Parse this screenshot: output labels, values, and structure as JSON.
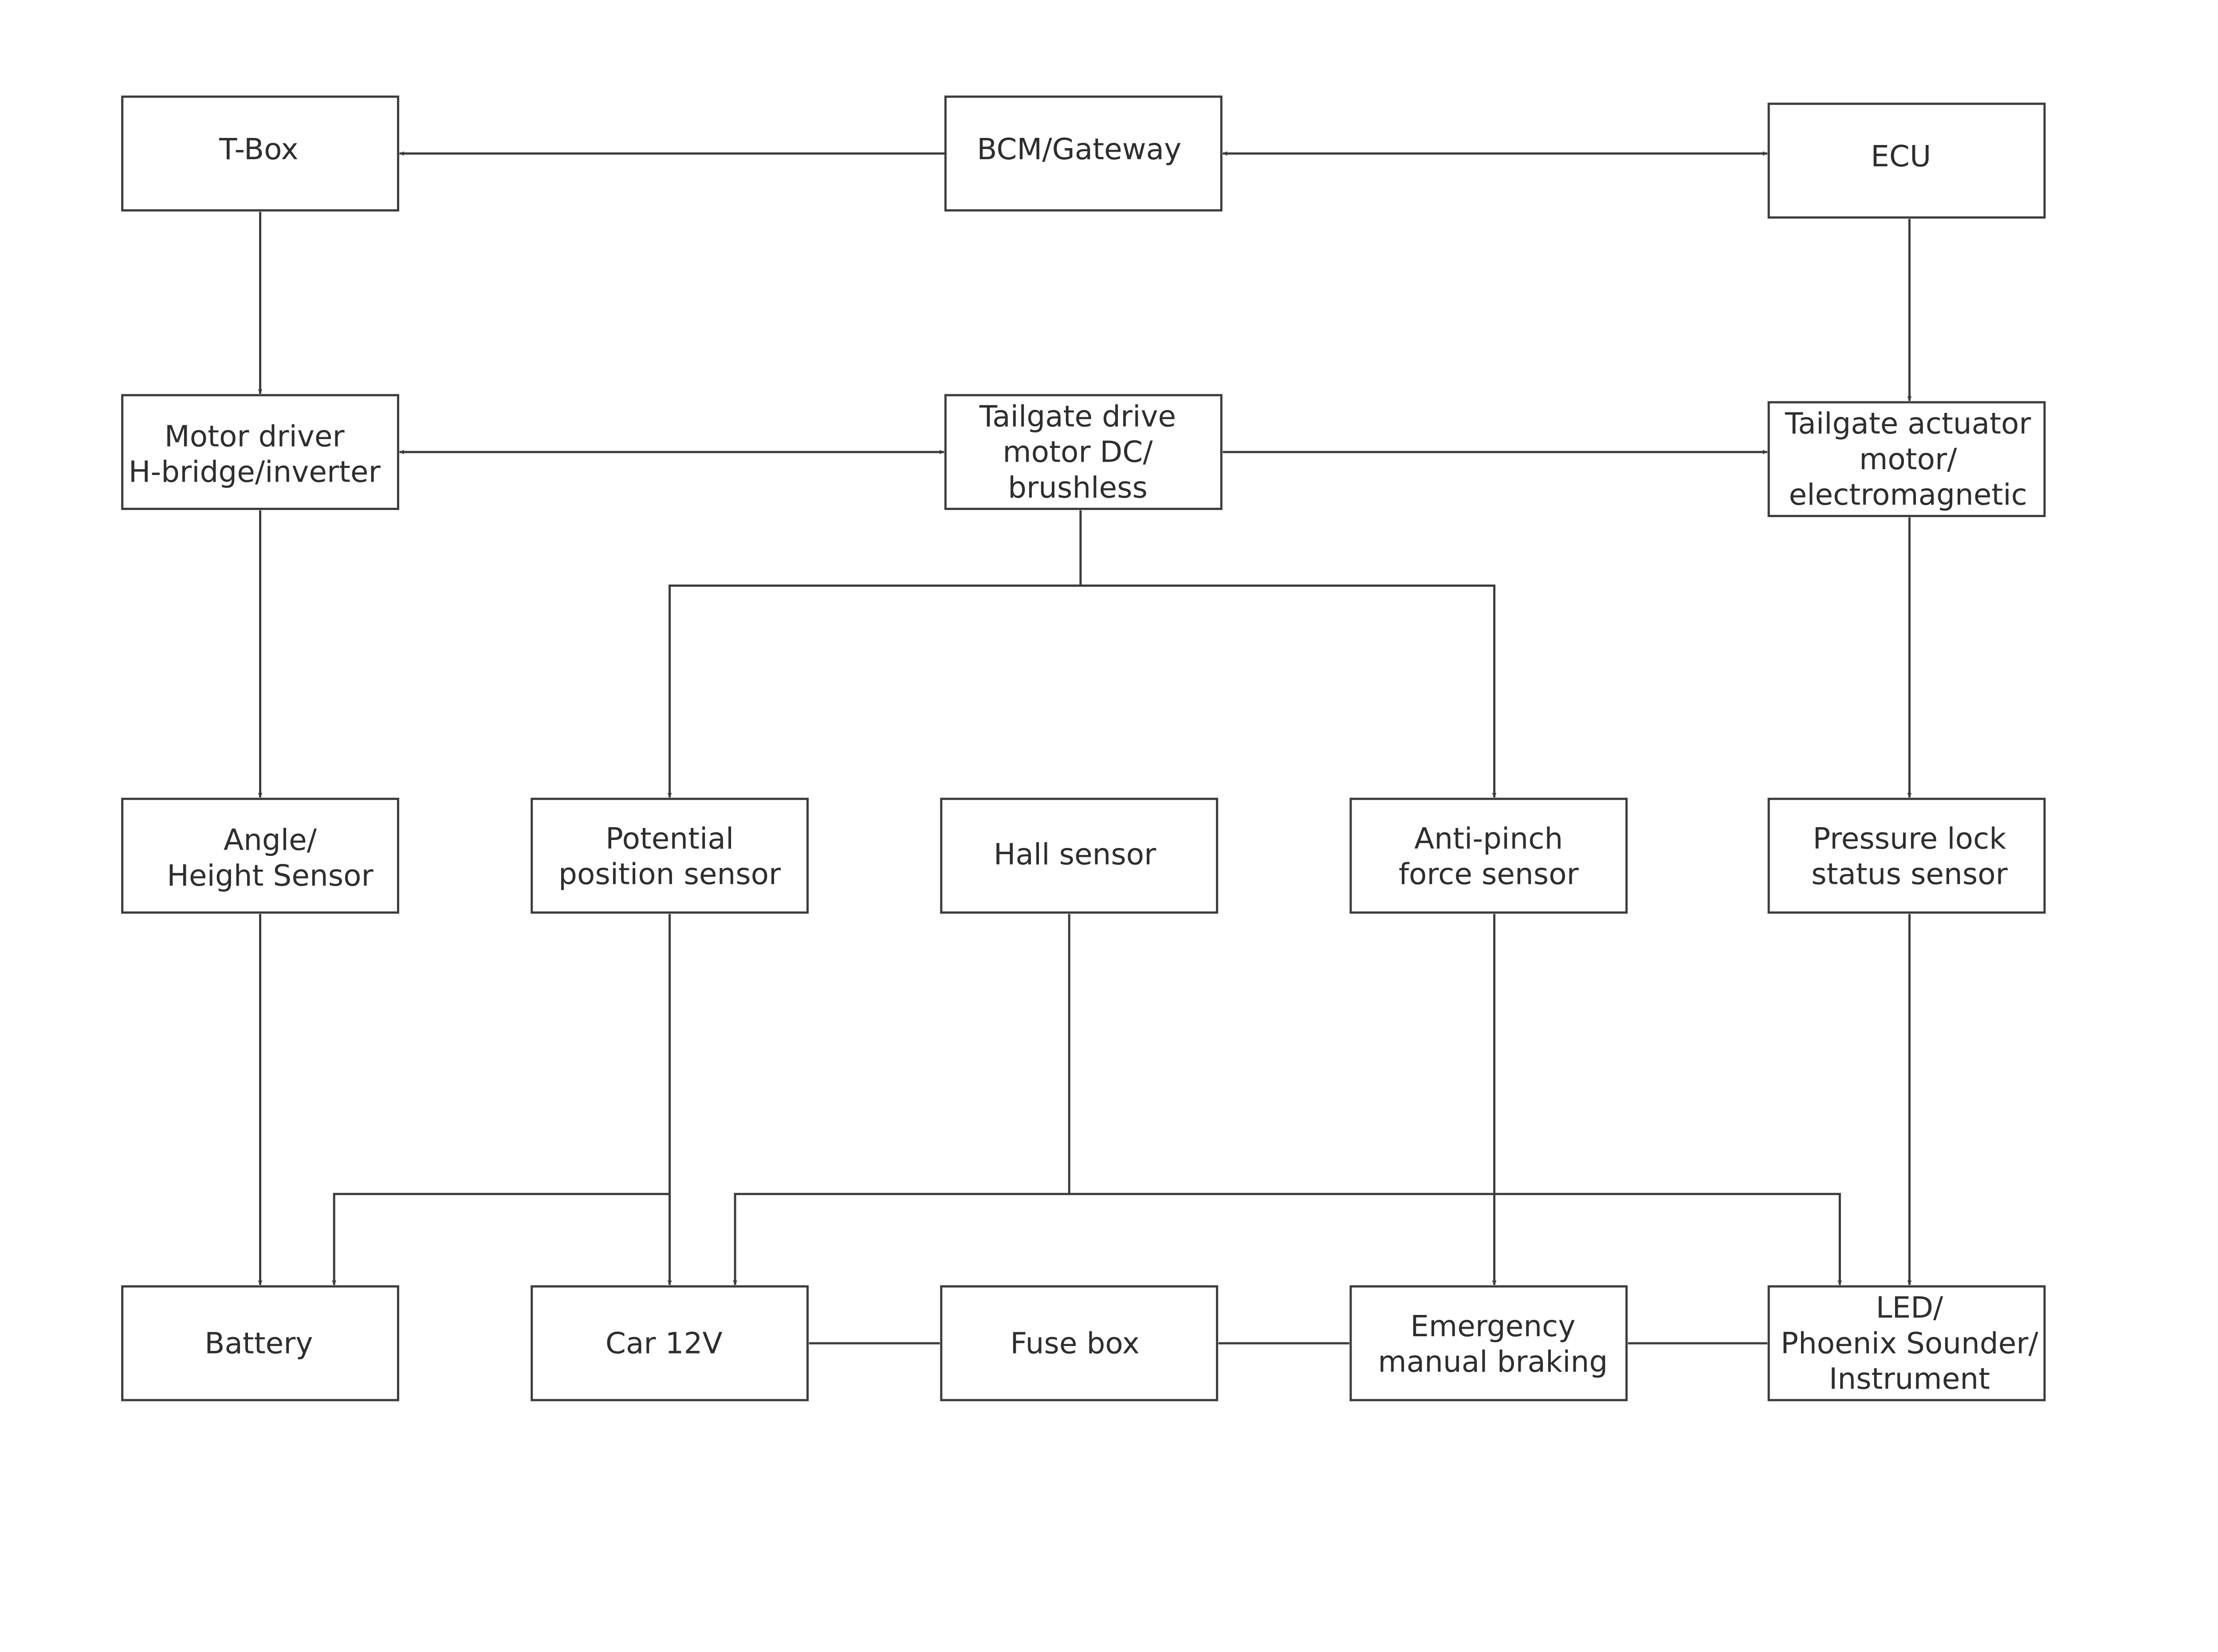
{
  "diagram": {
    "line_color": "#3d3b3b",
    "text_color": "#2f2d2d",
    "nodes": [
      {
        "id": "tbox",
        "lines": [
          "T-Box"
        ]
      },
      {
        "id": "bcm",
        "lines": [
          "BCM/Gateway"
        ]
      },
      {
        "id": "ecu",
        "lines": [
          "ECU"
        ]
      },
      {
        "id": "motor-driver",
        "lines": [
          "Motor driver",
          "H-bridge/inverter"
        ]
      },
      {
        "id": "tailgate-drive",
        "lines": [
          "Tailgate drive",
          "motor DC/",
          "brushless"
        ]
      },
      {
        "id": "tailgate-actuator",
        "lines": [
          "Tailgate actuator",
          "motor/",
          "electromagnetic"
        ]
      },
      {
        "id": "angle-sensor",
        "lines": [
          "Angle/",
          "Height Sensor"
        ]
      },
      {
        "id": "potential-sensor",
        "lines": [
          "Potential",
          "position sensor"
        ]
      },
      {
        "id": "hall-sensor",
        "lines": [
          "Hall sensor"
        ]
      },
      {
        "id": "antipinch-sensor",
        "lines": [
          "Anti-pinch",
          "force sensor"
        ]
      },
      {
        "id": "pressure-sensor",
        "lines": [
          "Pressure lock",
          "status sensor"
        ]
      },
      {
        "id": "battery",
        "lines": [
          "Battery"
        ]
      },
      {
        "id": "car12v",
        "lines": [
          "Car 12V"
        ]
      },
      {
        "id": "fusebox",
        "lines": [
          "Fuse box"
        ]
      },
      {
        "id": "emergency",
        "lines": [
          "Emergency",
          "manual braking"
        ]
      },
      {
        "id": "led",
        "lines": [
          "LED/",
          "Phoenix Sounder/",
          "Instrument"
        ]
      }
    ],
    "edges": [
      {
        "from": "bcm",
        "to": "tbox",
        "direction": "forward"
      },
      {
        "from": "bcm",
        "to": "ecu",
        "direction": "both"
      },
      {
        "from": "tbox",
        "to": "motor-driver",
        "direction": "forward"
      },
      {
        "from": "ecu",
        "to": "tailgate-actuator",
        "direction": "forward"
      },
      {
        "from": "motor-driver",
        "to": "tailgate-drive",
        "direction": "both"
      },
      {
        "from": "tailgate-drive",
        "to": "tailgate-actuator",
        "direction": "forward"
      },
      {
        "from": "tailgate-drive",
        "to": "potential-sensor",
        "direction": "forward"
      },
      {
        "from": "tailgate-drive",
        "to": "antipinch-sensor",
        "direction": "forward"
      },
      {
        "from": "motor-driver",
        "to": "angle-sensor",
        "direction": "forward"
      },
      {
        "from": "tailgate-actuator",
        "to": "pressure-sensor",
        "direction": "forward"
      },
      {
        "from": "angle-sensor",
        "to": "battery",
        "direction": "forward"
      },
      {
        "from": "potential-sensor",
        "to": "battery",
        "direction": "forward"
      },
      {
        "from": "potential-sensor",
        "to": "car12v",
        "direction": "forward"
      },
      {
        "from": "hall-sensor",
        "to": "car12v",
        "direction": "forward"
      },
      {
        "from": "hall-sensor",
        "to": "led",
        "direction": "forward"
      },
      {
        "from": "antipinch-sensor",
        "to": "emergency",
        "direction": "forward"
      },
      {
        "from": "pressure-sensor",
        "to": "led",
        "direction": "forward"
      },
      {
        "from": "car12v",
        "to": "fusebox",
        "direction": "none"
      },
      {
        "from": "fusebox",
        "to": "emergency",
        "direction": "none"
      },
      {
        "from": "emergency",
        "to": "led",
        "direction": "none"
      }
    ]
  }
}
